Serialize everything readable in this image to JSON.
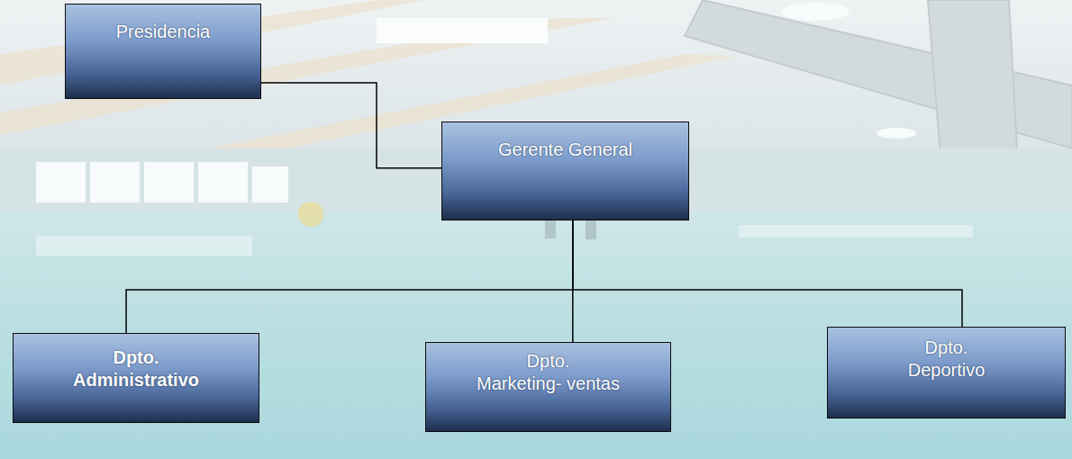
{
  "diagram": {
    "nodes": [
      {
        "text": [
          "Presidencia"
        ]
      },
      {
        "text": [
          "Gerente General"
        ]
      },
      {
        "text": [
          "Dpto. Administrativo"
        ]
      },
      {
        "text": [
          "Dpto. Marketing- ventas"
        ]
      },
      {
        "text": [
          "Dpto. Deportivo"
        ]
      }
    ],
    "edges": [
      {
        "from": 0,
        "to": 1,
        "arrow": "none"
      },
      {
        "from": 1,
        "to": 2,
        "arrow": "none"
      },
      {
        "from": 1,
        "to": 3,
        "arrow": "none"
      },
      {
        "from": 1,
        "to": 4,
        "arrow": "none"
      }
    ]
  }
}
